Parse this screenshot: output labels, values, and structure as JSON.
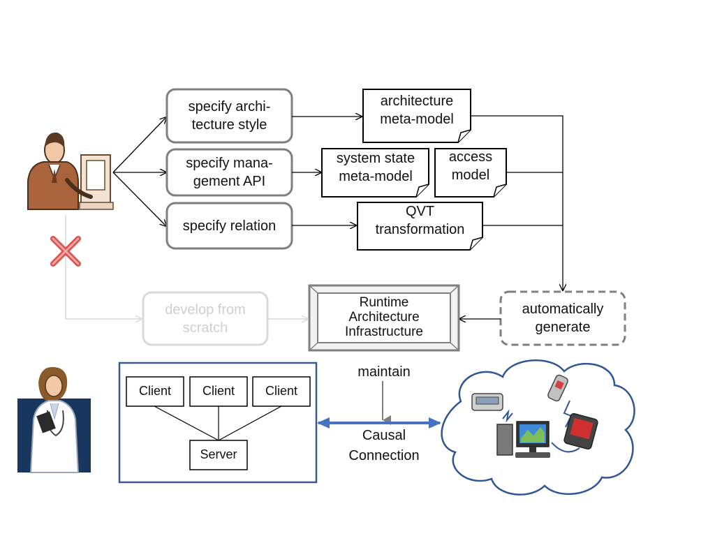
{
  "process_steps": [
    {
      "label": "specify archi-\ntecture style"
    },
    {
      "label": "specify mana-\ngement API"
    },
    {
      "label": "specify relation"
    }
  ],
  "artifacts": {
    "architecture_meta_model": "architecture\nmeta-model",
    "system_state_meta_model": "system state\nmeta-model",
    "access_model": "access\nmodel",
    "qvt_transformation": "QVT\ntransformation"
  },
  "develop_from_scratch": "develop from\nscratch",
  "runtime_infrastructure": "Runtime\nArchitecture\nInfrastructure",
  "automatically_generate": "automatically\ngenerate",
  "maintain": "maintain",
  "causal_connection": "Causal\nConnection",
  "system": {
    "clients": [
      "Client",
      "Client",
      "Client"
    ],
    "server": "Server"
  },
  "colors": {
    "box_stroke": "#7f7f7f",
    "dark_stroke": "#000000",
    "faded": "#d9d9d9",
    "accent_blue": "#4472c4",
    "system_frame": "#385d8a",
    "cloud_stroke": "#2f5597",
    "reject_mark": "#d9534f",
    "doctor_bg": "#17375e"
  },
  "icons": [
    "developer-icon",
    "doctor-icon",
    "reject-x-icon",
    "cloud-devices-icon"
  ]
}
